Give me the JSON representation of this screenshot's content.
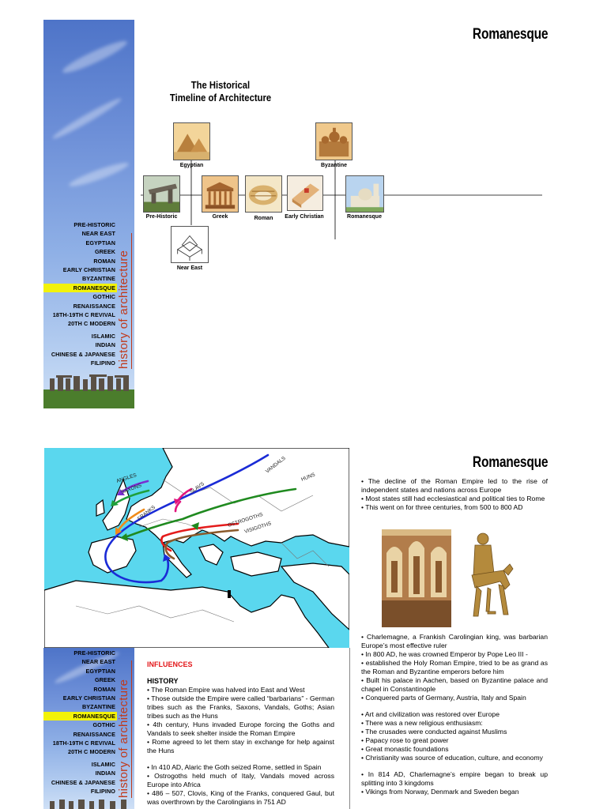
{
  "page1": {
    "title": "Romanesque",
    "timeline_title_line1": "The Historical",
    "timeline_title_line2": "Timeline of Architecture",
    "labels": {
      "egyptian": "Egyptian",
      "byzantine": "Byzantine",
      "prehistoric": "Pre-Historic",
      "greek": "Greek",
      "roman": "Roman",
      "early_christian": "Early Christian",
      "romanesque": "Romanesque",
      "near_east": "Near East"
    }
  },
  "sidebar": {
    "items": [
      "PRE-HISTORIC",
      "NEAR EAST",
      "EGYPTIAN",
      "GREEK",
      "ROMAN",
      "EARLY CHRISTIAN",
      "BYZANTINE",
      "ROMANESQUE",
      "GOTHIC",
      "RENAISSANCE",
      "18TH-19TH C REVIVAL",
      "20TH C MODERN"
    ],
    "items2": [
      "ISLAMIC",
      "INDIAN",
      "CHINESE & JAPANESE",
      "FILIPINO"
    ],
    "active": "ROMANESQUE",
    "brand": "history of architecture",
    "highlight_color": "#f2f20a",
    "brand_color": "#c0391b"
  },
  "page2": {
    "title": "Romanesque",
    "map_labels": {
      "angles": "ANGLES",
      "saxons": "SAXONS",
      "slavs": "SLAVS",
      "vandals": "VANDALS",
      "huns": "HUNS",
      "franks": "FRANKS",
      "ostrogoths": "OSTROGOTHS",
      "visigoths": "VISIGOTHS"
    },
    "intro": [
      "• The decline of the Roman Empire led to the rise of independent states and nations across Europe",
      "• Most states still had ecclesiastical and political ties to Rome",
      "• This went on for three centuries, from 500 to 800 AD"
    ],
    "charlemagne": [
      "• Charlemagne, a Frankish Carolingian king, was barbarian Europe’s most effective ruler",
      "• In 800 AD, he was crowned Emperor by Pope Leo III -",
      "• established the Holy Roman Empire, tried to be as grand as the Roman and Byzantine emperors before him",
      "• Built his palace in Aachen, based on Byzantine palace and chapel in Constantinople",
      "• Conquered parts of Germany, Austria, Italy and Spain"
    ],
    "art": [
      "• Art and civilization was restored over Europe",
      "• There was a new religious enthusiasm:",
      "• The crusades were conducted against Muslims",
      "• Papacy rose to great power",
      "• Great monastic foundations",
      "• Christianity was source of education, culture, and economy"
    ],
    "empire": [
      "• In 814 AD, Charlemagne’s empire began to break up splitting into 3 kingdoms",
      "• Vikings from Norway, Denmark and Sweden began"
    ],
    "influences_heading": "INFLUENCES",
    "history_heading": "HISTORY",
    "history": [
      "• The Roman Empire was halved into East and West",
      "• Those outside the Empire were called “barbarians” - German tribes such as the Franks, Saxons, Vandals, Goths; Asian tribes such as the Huns",
      "• 4th century, Huns invaded Europe forcing the Goths and Vandals to seek shelter inside the Roman Empire",
      "• Rome agreed to let them stay in exchange for help against the Huns"
    ],
    "history2": [
      "• In 410 AD, Alaric the Goth seized Rome, settled in Spain",
      "• Ostrogoths held much of Italy, Vandals moved across Europe into Africa",
      "• 486 – 507, Clovis, King of the Franks, conquered Gaul, but was overthrown by the Carolingians in 751 AD"
    ]
  },
  "colors": {
    "sea": "#5ad7ee",
    "land": "#ffffff",
    "influences_red": "#e3171a",
    "vandals_blue": "#1a2bd6",
    "huns_green": "#1f8a1f"
  }
}
